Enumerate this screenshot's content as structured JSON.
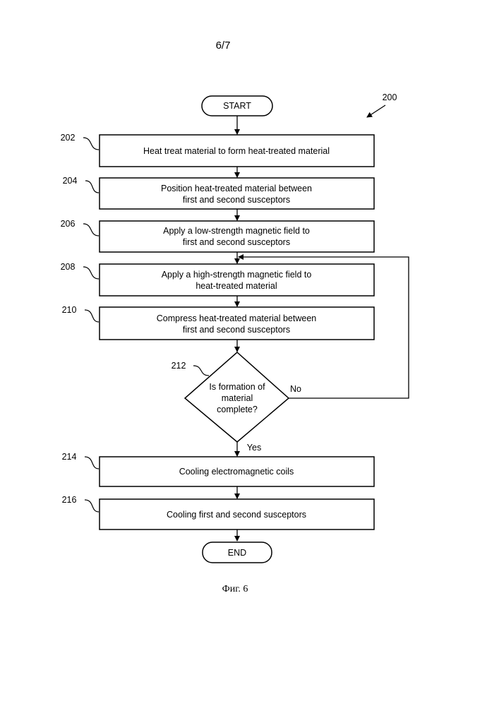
{
  "page_number": "6/7",
  "figure_ref": "200",
  "caption": "Фиг. 6",
  "start_label": "START",
  "end_label": "END",
  "steps": [
    {
      "ref": "202",
      "lines": [
        "Heat treat material to form heat-treated material"
      ]
    },
    {
      "ref": "204",
      "lines": [
        "Position heat-treated material between",
        "first and second susceptors"
      ]
    },
    {
      "ref": "206",
      "lines": [
        "Apply a low-strength magnetic field to",
        "first and second susceptors"
      ]
    },
    {
      "ref": "208",
      "lines": [
        "Apply a high-strength magnetic field to",
        "heat-treated material"
      ]
    },
    {
      "ref": "210",
      "lines": [
        "Compress heat-treated material between",
        "first and second susceptors"
      ]
    },
    {
      "ref": "214",
      "lines": [
        "Cooling electromagnetic coils"
      ]
    },
    {
      "ref": "216",
      "lines": [
        "Cooling first and second susceptors"
      ]
    }
  ],
  "decision": {
    "ref": "212",
    "lines": [
      "Is formation of",
      "material",
      "complete?"
    ],
    "no_label": "No",
    "yes_label": "Yes"
  }
}
